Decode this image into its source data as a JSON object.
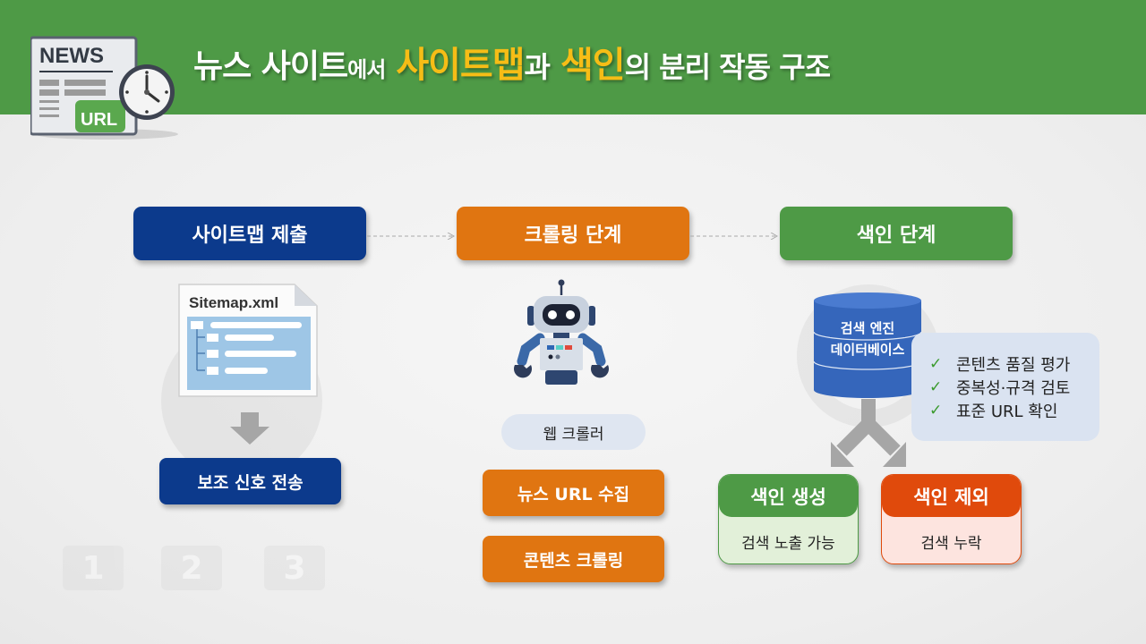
{
  "header": {
    "title_parts": {
      "p1": "뉴스 사이트",
      "p2": "에서",
      "p3": "사이트맵",
      "p4": "과",
      "p5": "색인",
      "p6": "의 분리 작동 구조"
    },
    "logo": {
      "news_label": "NEWS",
      "url_label": "URL"
    }
  },
  "colors": {
    "header_green": "#4e9a46",
    "highlight_yellow": "#f6bd16",
    "navy": "#0c3a8c",
    "orange": "#e07511",
    "green": "#4e9a46",
    "red": "#e04a0c"
  },
  "columns": {
    "sitemap": {
      "stage_label": "사이트맵 제출",
      "file_label": "Sitemap.xml",
      "signal_label": "보조 신호 전송"
    },
    "crawling": {
      "stage_label": "크롤링 단계",
      "crawler_label": "웹 크롤러",
      "steps": [
        "뉴스 URL 수집",
        "콘텐츠 크롤링"
      ]
    },
    "indexing": {
      "stage_label": "색인 단계",
      "database_line1": "검색 엔진",
      "database_line2": "데이터베이스",
      "checks": [
        "콘텐츠 품질 평가",
        "중복성·규격 검토",
        "표준 URL 확인"
      ],
      "outcomes": [
        {
          "title": "색인 생성",
          "desc": "검색 노출 가능"
        },
        {
          "title": "색인 제외",
          "desc": "검색 누락"
        }
      ]
    }
  },
  "background": {
    "step_numbers": [
      "1",
      "2",
      "3"
    ]
  }
}
